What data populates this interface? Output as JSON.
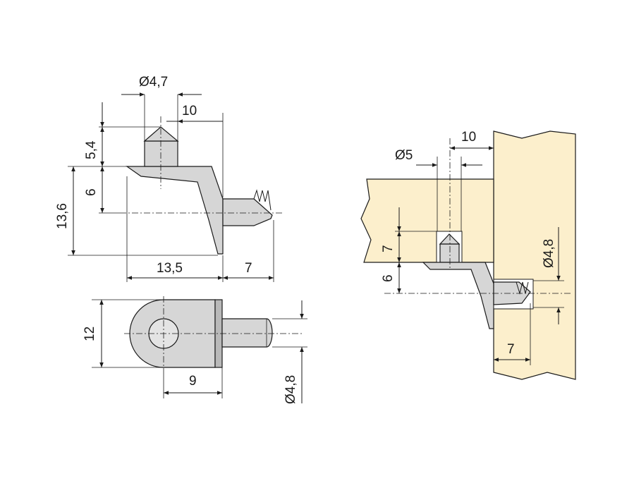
{
  "colors": {
    "wood": "#fcefcc",
    "part": "#d6d6d6",
    "line": "#1a1a1a"
  },
  "views": {
    "side": {
      "pin_diameter": "Ø4,7",
      "top_offset": "10",
      "pin_height": "5,4",
      "height_to_axis": "6",
      "total_height": "13,6",
      "length": "13,5",
      "peg_length": "7"
    },
    "plan": {
      "width": "12",
      "hole_center": "9",
      "peg_diameter": "Ø4,8"
    },
    "installed": {
      "offset": "10",
      "hole_diameter": "Ø5",
      "pin_depth": "7",
      "axis_height": "6",
      "peg_diameter": "Ø4,8",
      "peg_depth": "7"
    }
  }
}
